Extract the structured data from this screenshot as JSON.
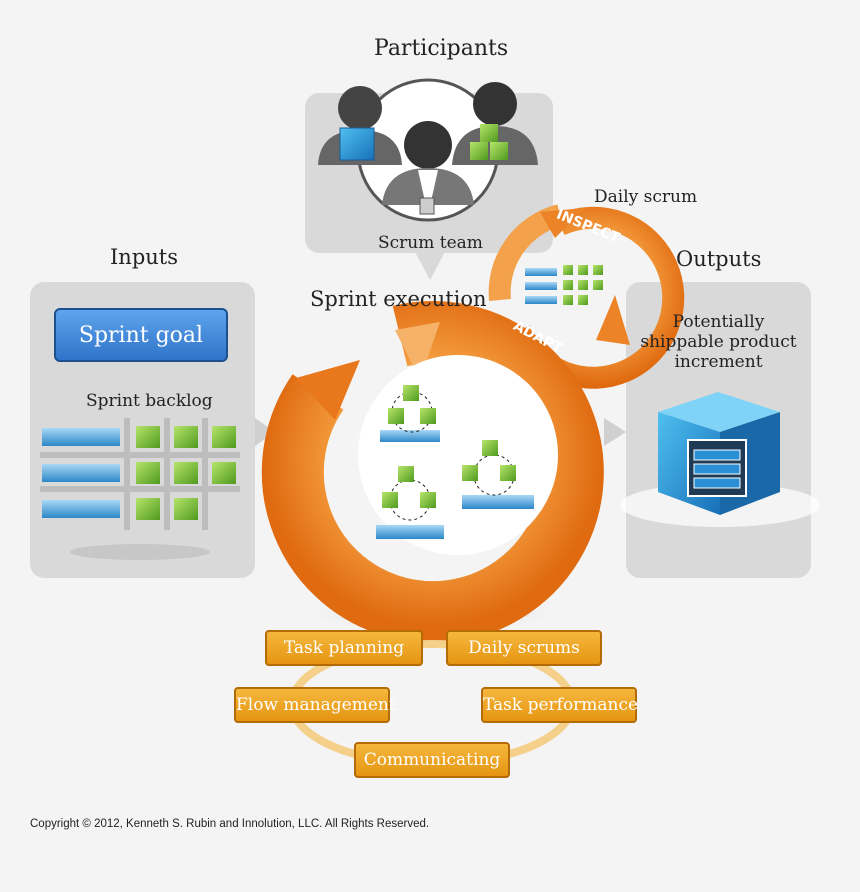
{
  "labels": {
    "participants": "Participants",
    "scrum_team": "Scrum team",
    "daily_scrum": "Daily scrum",
    "inspect": "INSPECT",
    "adapt": "ADAPT",
    "inputs": "Inputs",
    "outputs": "Outputs",
    "sprint_execution": "Sprint execution",
    "sprint_goal": "Sprint goal",
    "sprint_backlog": "Sprint backlog",
    "output_line1": "Potentially",
    "output_line2": "shippable product",
    "output_line3": "increment"
  },
  "activities": [
    {
      "label": "Task planning"
    },
    {
      "label": "Daily scrums"
    },
    {
      "label": "Flow management"
    },
    {
      "label": "Task performance"
    },
    {
      "label": "Communicating"
    }
  ],
  "copyright": "Copyright © 2012, Kenneth S. Rubin and Innolution, LLC. All Rights Reserved.",
  "colors": {
    "panel": "#d9d9d9",
    "goal_blue": "#3a82d6",
    "cycle_orange": "#f08a2a",
    "activity_orange": "#efa52a",
    "task_green": "#8ccf3f"
  }
}
